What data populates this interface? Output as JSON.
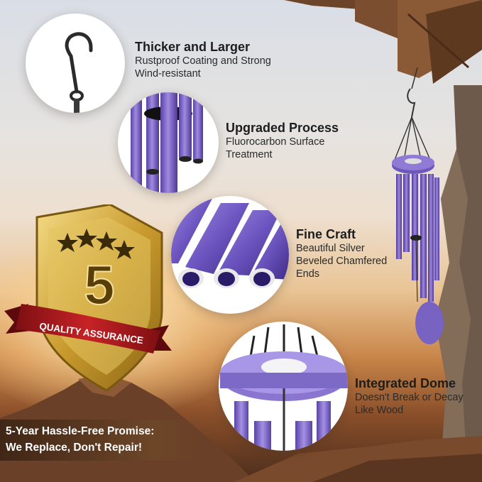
{
  "features": [
    {
      "title": "Thicker and Larger",
      "desc": [
        "Rustproof Coating and Strong",
        "Wind-resistant"
      ]
    },
    {
      "title": "Upgraded Process",
      "desc": [
        "Fluorocarbon Surface",
        "Treatment"
      ]
    },
    {
      "title": "Fine Craft",
      "desc": [
        "Beautiful Silver",
        "Beveled Chamfered",
        "Ends"
      ]
    },
    {
      "title": "Integrated Dome",
      "desc": [
        "Doesn't Break or Decay",
        "Like Wood"
      ]
    }
  ],
  "badge": {
    "number": "5",
    "ribbon": "QUALITY ASSURANCE"
  },
  "promise": {
    "line1": "5-Year Hassle-Free Promise:",
    "line2": "We Replace, Don't Repair!"
  },
  "colors": {
    "tube": "#7b64c4",
    "tube_dark": "#4c3790",
    "gold": "#d8b44a",
    "ribbon": "#a51a1c"
  }
}
